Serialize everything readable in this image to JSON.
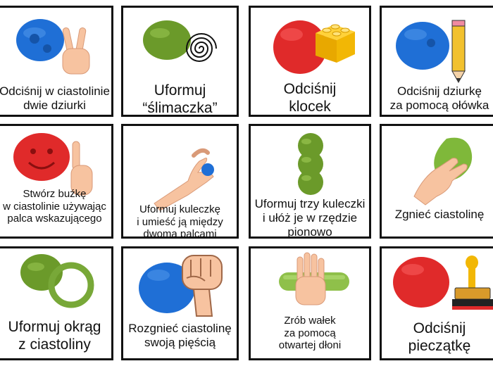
{
  "cards": [
    {
      "lines": [
        "Odciśnij w ciastolinie",
        "dwie dziurki"
      ],
      "icons": [
        "blue-playdough-icon",
        "two-fingers-hand-icon"
      ]
    },
    {
      "lines": [
        "Uformuj",
        "“ślimaczka”"
      ],
      "icons": [
        "green-playdough-icon",
        "spiral-icon"
      ]
    },
    {
      "lines": [
        "Odciśnij",
        "klocek"
      ],
      "icons": [
        "red-playdough-icon",
        "yellow-brick-icon"
      ]
    },
    {
      "lines": [
        "Odciśnij dziurkę",
        "za pomocą ołówka"
      ],
      "icons": [
        "blue-playdough-icon",
        "pencil-icon"
      ]
    },
    {
      "lines": [
        "Stwórz buźkę",
        "w ciastolinie używając",
        "palca wskazującego"
      ],
      "icons": [
        "smiley-playdough-icon",
        "pointing-finger-icon"
      ]
    },
    {
      "lines": [
        "Uformuj kuleczkę",
        "i umieść ją między",
        "dwoma palcami"
      ],
      "icons": [
        "pinching-hand-icon",
        "blue-ball-icon"
      ]
    },
    {
      "lines": [
        "Uformuj trzy kuleczki",
        "i ułóż je w rzędzie",
        "pionowo"
      ],
      "icons": [
        "three-green-balls-icon"
      ]
    },
    {
      "lines": [
        "Zgnieć ciastolinę"
      ],
      "icons": [
        "squeezing-hand-icon"
      ]
    },
    {
      "lines": [
        "Uformuj okrąg",
        "z ciastoliny"
      ],
      "icons": [
        "green-playdough-icon",
        "green-ring-icon"
      ]
    },
    {
      "lines": [
        "Rozgnieć ciastolinę",
        "swoją pięścią"
      ],
      "icons": [
        "blue-playdough-icon",
        "fist-icon"
      ]
    },
    {
      "lines": [
        "Zrób wałek",
        "za pomocą",
        "otwartej dłoni"
      ],
      "icons": [
        "green-roll-icon",
        "open-hand-icon"
      ]
    },
    {
      "lines": [
        "Odciśnij",
        "pieczątkę"
      ],
      "icons": [
        "red-playdough-icon",
        "stamp-icon"
      ]
    }
  ],
  "colors": {
    "blue": "#1f6fd6",
    "green": "#6b9a2a",
    "red": "#e02a2a",
    "yellow": "#f2b705",
    "skin": "#f7c3a0",
    "border": "#111111"
  }
}
